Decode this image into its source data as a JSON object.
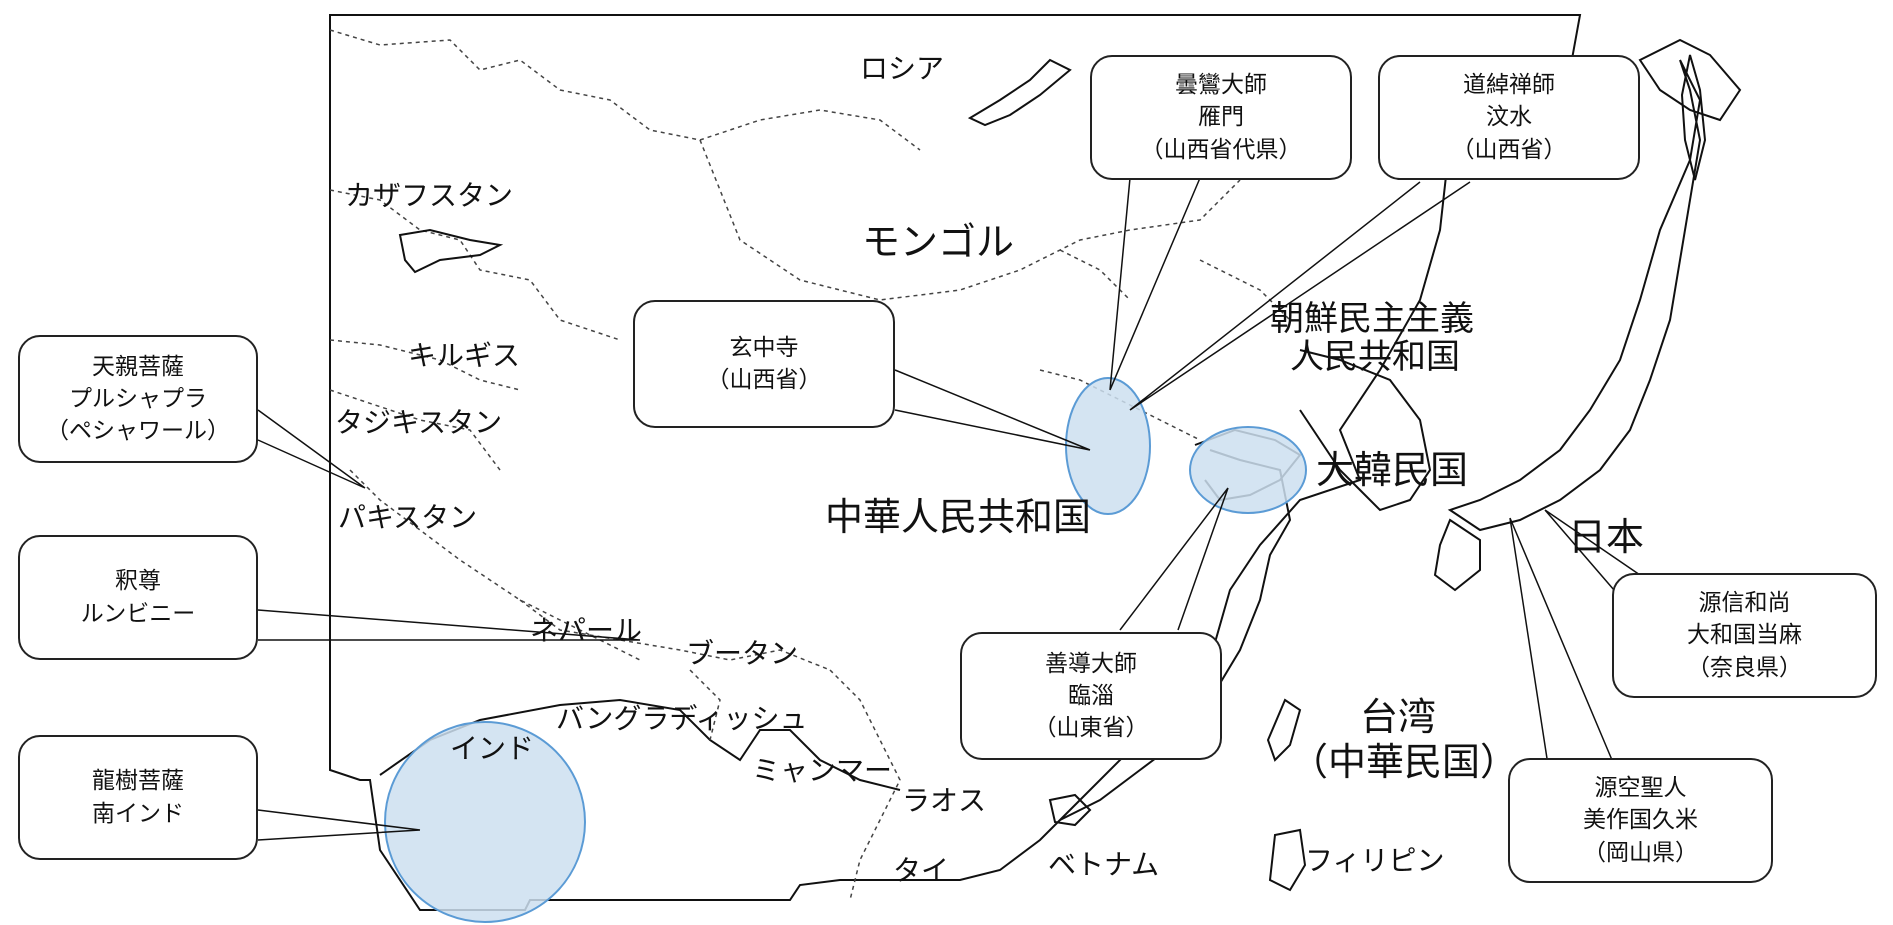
{
  "map": {
    "countries": {
      "russia": "ロシア",
      "kazakhstan": "カザフスタン",
      "mongolia": "モンゴル",
      "kyrgyzstan": "キルギス",
      "tajikistan": "タジキスタン",
      "pakistan": "パキスタン",
      "china": "中華人民共和国",
      "north_korea_line1": "朝鮮民主主義",
      "north_korea_line2": "人民共和国",
      "south_korea": "大韓民国",
      "japan": "日本",
      "nepal": "ネパール",
      "bhutan": "ブータン",
      "bangladesh": "バングラディッシュ",
      "india": "インド",
      "myanmar": "ミャンマー",
      "laos": "ラオス",
      "thailand": "タイ",
      "vietnam": "ベトナム",
      "taiwan_line1": "台湾",
      "taiwan_line2": "（中華民国）",
      "philippines": "フィリピン"
    },
    "highlight_color": "#cddff0",
    "highlight_stroke": "#5b9bd5"
  },
  "callouts": {
    "vasubandhu": {
      "line1": "天親菩薩",
      "line2": "プルシャプラ",
      "line3": "（ペシャワール）"
    },
    "shakyamuni": {
      "line1": "釈尊",
      "line2": "ルンビニー"
    },
    "nagarjuna": {
      "line1": "龍樹菩薩",
      "line2": "南インド"
    },
    "xuanzhong": {
      "line1": "玄中寺",
      "line2": "（山西省）"
    },
    "tanluan": {
      "line1": "曇鸞大師",
      "line2": "雁門",
      "line3": "（山西省代県）"
    },
    "daochuo": {
      "line1": "道綽禅師",
      "line2": "汶水",
      "line3": "（山西省）"
    },
    "shandao": {
      "line1": "善導大師",
      "line2": "臨淄",
      "line3": "（山東省）"
    },
    "genshin": {
      "line1": "源信和尚",
      "line2": "大和国当麻",
      "line3": "（奈良県）"
    },
    "honen": {
      "line1": "源空聖人",
      "line2": "美作国久米",
      "line3": "（岡山県）"
    }
  }
}
